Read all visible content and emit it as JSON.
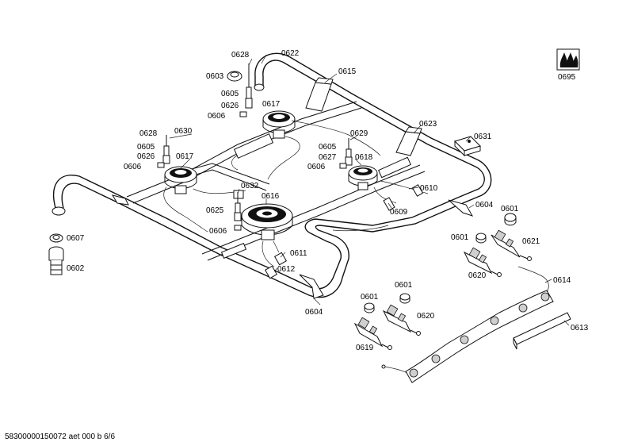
{
  "labels": {
    "p0622": "0622",
    "p0628a": "0628",
    "p0603": "0603",
    "p0605a": "0605",
    "p0626a": "0626",
    "p0606a": "0606",
    "p0617a": "0617",
    "p0615": "0615",
    "p0623": "0623",
    "p0631": "0631",
    "p0695": "0695",
    "p0628b": "0628",
    "p0630": "0630",
    "p0605b": "0605",
    "p0626b": "0626",
    "p0617b": "0617",
    "p0606b": "0606",
    "p0629": "0629",
    "p0605c": "0605",
    "p0627": "0627",
    "p0618": "0618",
    "p0606c": "0606",
    "p0632": "0632",
    "p0616": "0616",
    "p0625": "0625",
    "p0606d": "0606",
    "p0610": "0610",
    "p0609": "0609",
    "p0604a": "0604",
    "p0601a": "0601",
    "p0601b": "0601",
    "p0621": "0621",
    "p0607": "0607",
    "p0602": "0602",
    "p0611": "0611",
    "p0612": "0612",
    "p0620a": "0620",
    "p0614": "0614",
    "p0601c": "0601",
    "p0601d": "0601",
    "p0620b": "0620",
    "p0604b": "0604",
    "p0613": "0613",
    "p0619": "0619"
  },
  "footer": "58300000150072 aet 000 b 6/6"
}
